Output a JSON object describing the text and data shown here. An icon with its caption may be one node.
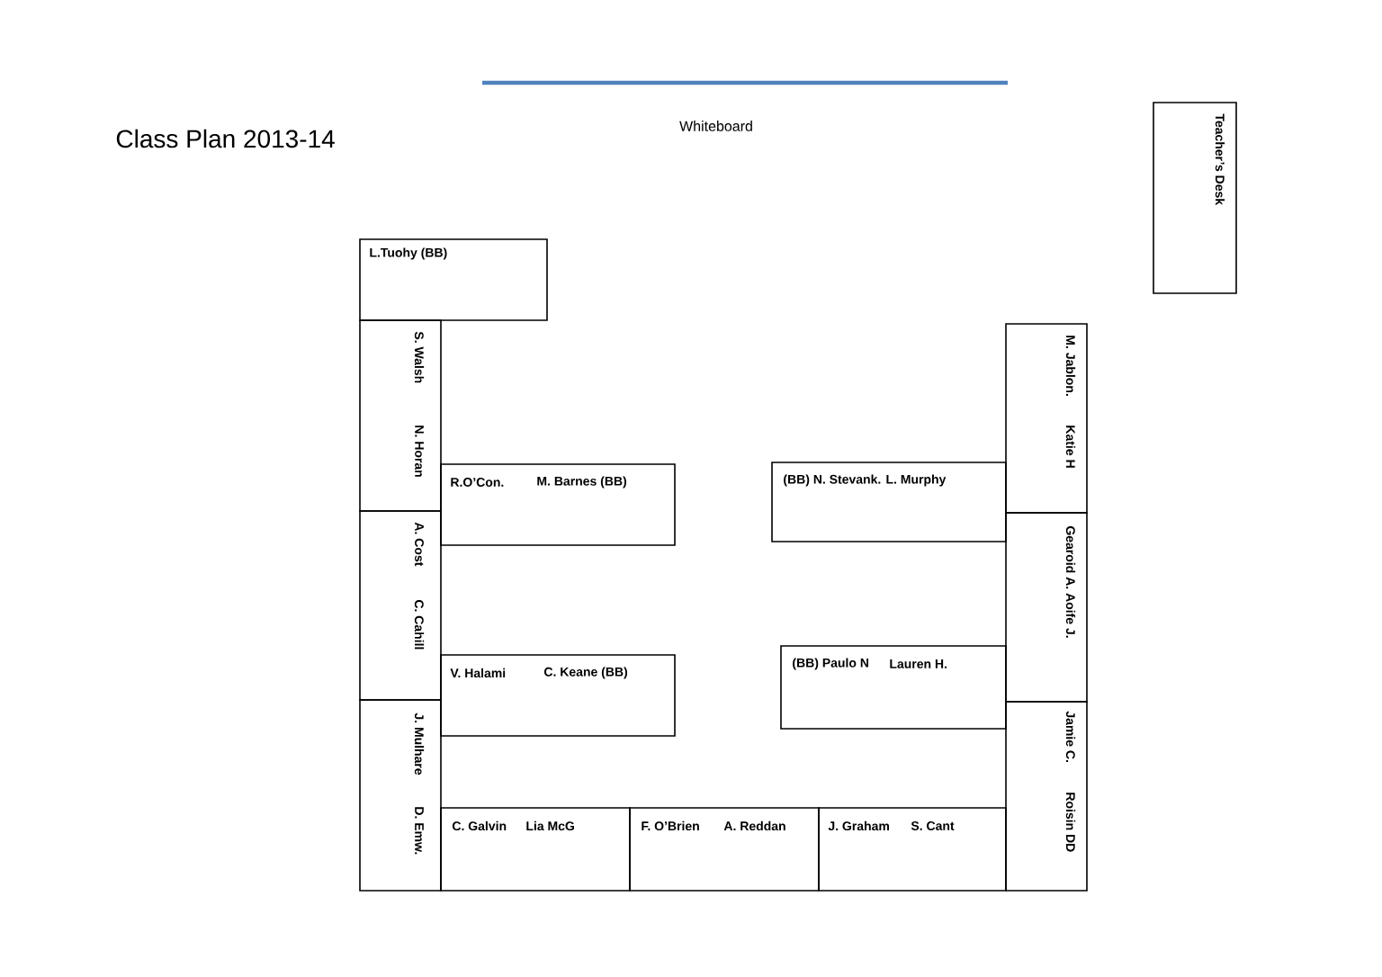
{
  "diagram": {
    "title": "Class Plan 2013-14",
    "nodes": [
      {
        "text": [
          "L.Tuohy (BB)"
        ]
      },
      {
        "text": [
          "S. Walsh",
          "N. Horan"
        ]
      },
      {
        "text": [
          "A. Cost",
          "C. Cahill"
        ]
      },
      {
        "text": [
          "J. Mulhare",
          "D. Emw."
        ]
      },
      {
        "text": [
          "R.O’Con.",
          "M. Barnes (BB)"
        ]
      },
      {
        "text": [
          "(BB) N. Stevank. L. Murphy"
        ]
      },
      {
        "text": [
          "M. Jablon.",
          "Katie H"
        ]
      },
      {
        "text": [
          "Gearoid A. Aoife J."
        ]
      },
      {
        "text": [
          "V. Halami",
          "C. Keane (BB)"
        ]
      },
      {
        "text": [
          "(BB) Paulo N",
          "Lauren H."
        ]
      },
      {
        "text": [
          "C. Galvin",
          "Lia McG"
        ]
      },
      {
        "text": [
          "F. O’Brien",
          "A. Reddan"
        ]
      },
      {
        "text": [
          "J. Graham",
          "S. Cant"
        ]
      },
      {
        "text": [
          "Jamie C.",
          "Roisin DD"
        ]
      },
      {
        "text": [
          "Teacher’s Desk"
        ]
      }
    ],
    "edges": [],
    "labels": [
      "Whiteboard"
    ]
  }
}
